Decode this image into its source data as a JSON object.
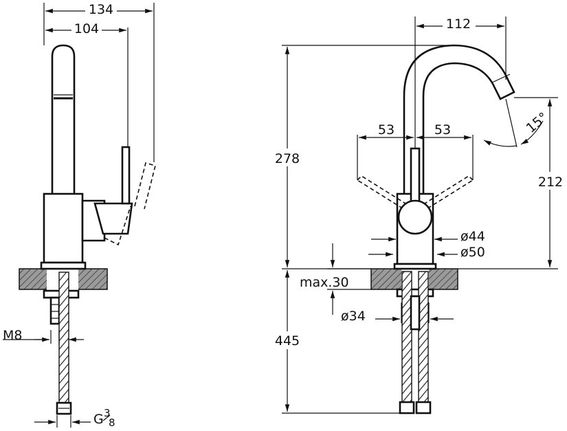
{
  "side_view": {
    "dim_total_width": "134",
    "dim_spout_width": "104",
    "dim_bolt": "M8",
    "dim_thread_main": "G",
    "dim_thread_num": "3",
    "dim_thread_den": "8"
  },
  "front_view": {
    "dim_spout_reach": "112",
    "dim_lever_left": "53",
    "dim_lever_right": "53",
    "dim_angle": "15°",
    "dim_total_height": "278",
    "dim_spout_height": "212",
    "dim_body_dia": "ø44",
    "dim_base_dia": "ø50",
    "dim_deck_max": "max.30",
    "dim_hole_dia": "ø34",
    "dim_hose_length": "445"
  }
}
